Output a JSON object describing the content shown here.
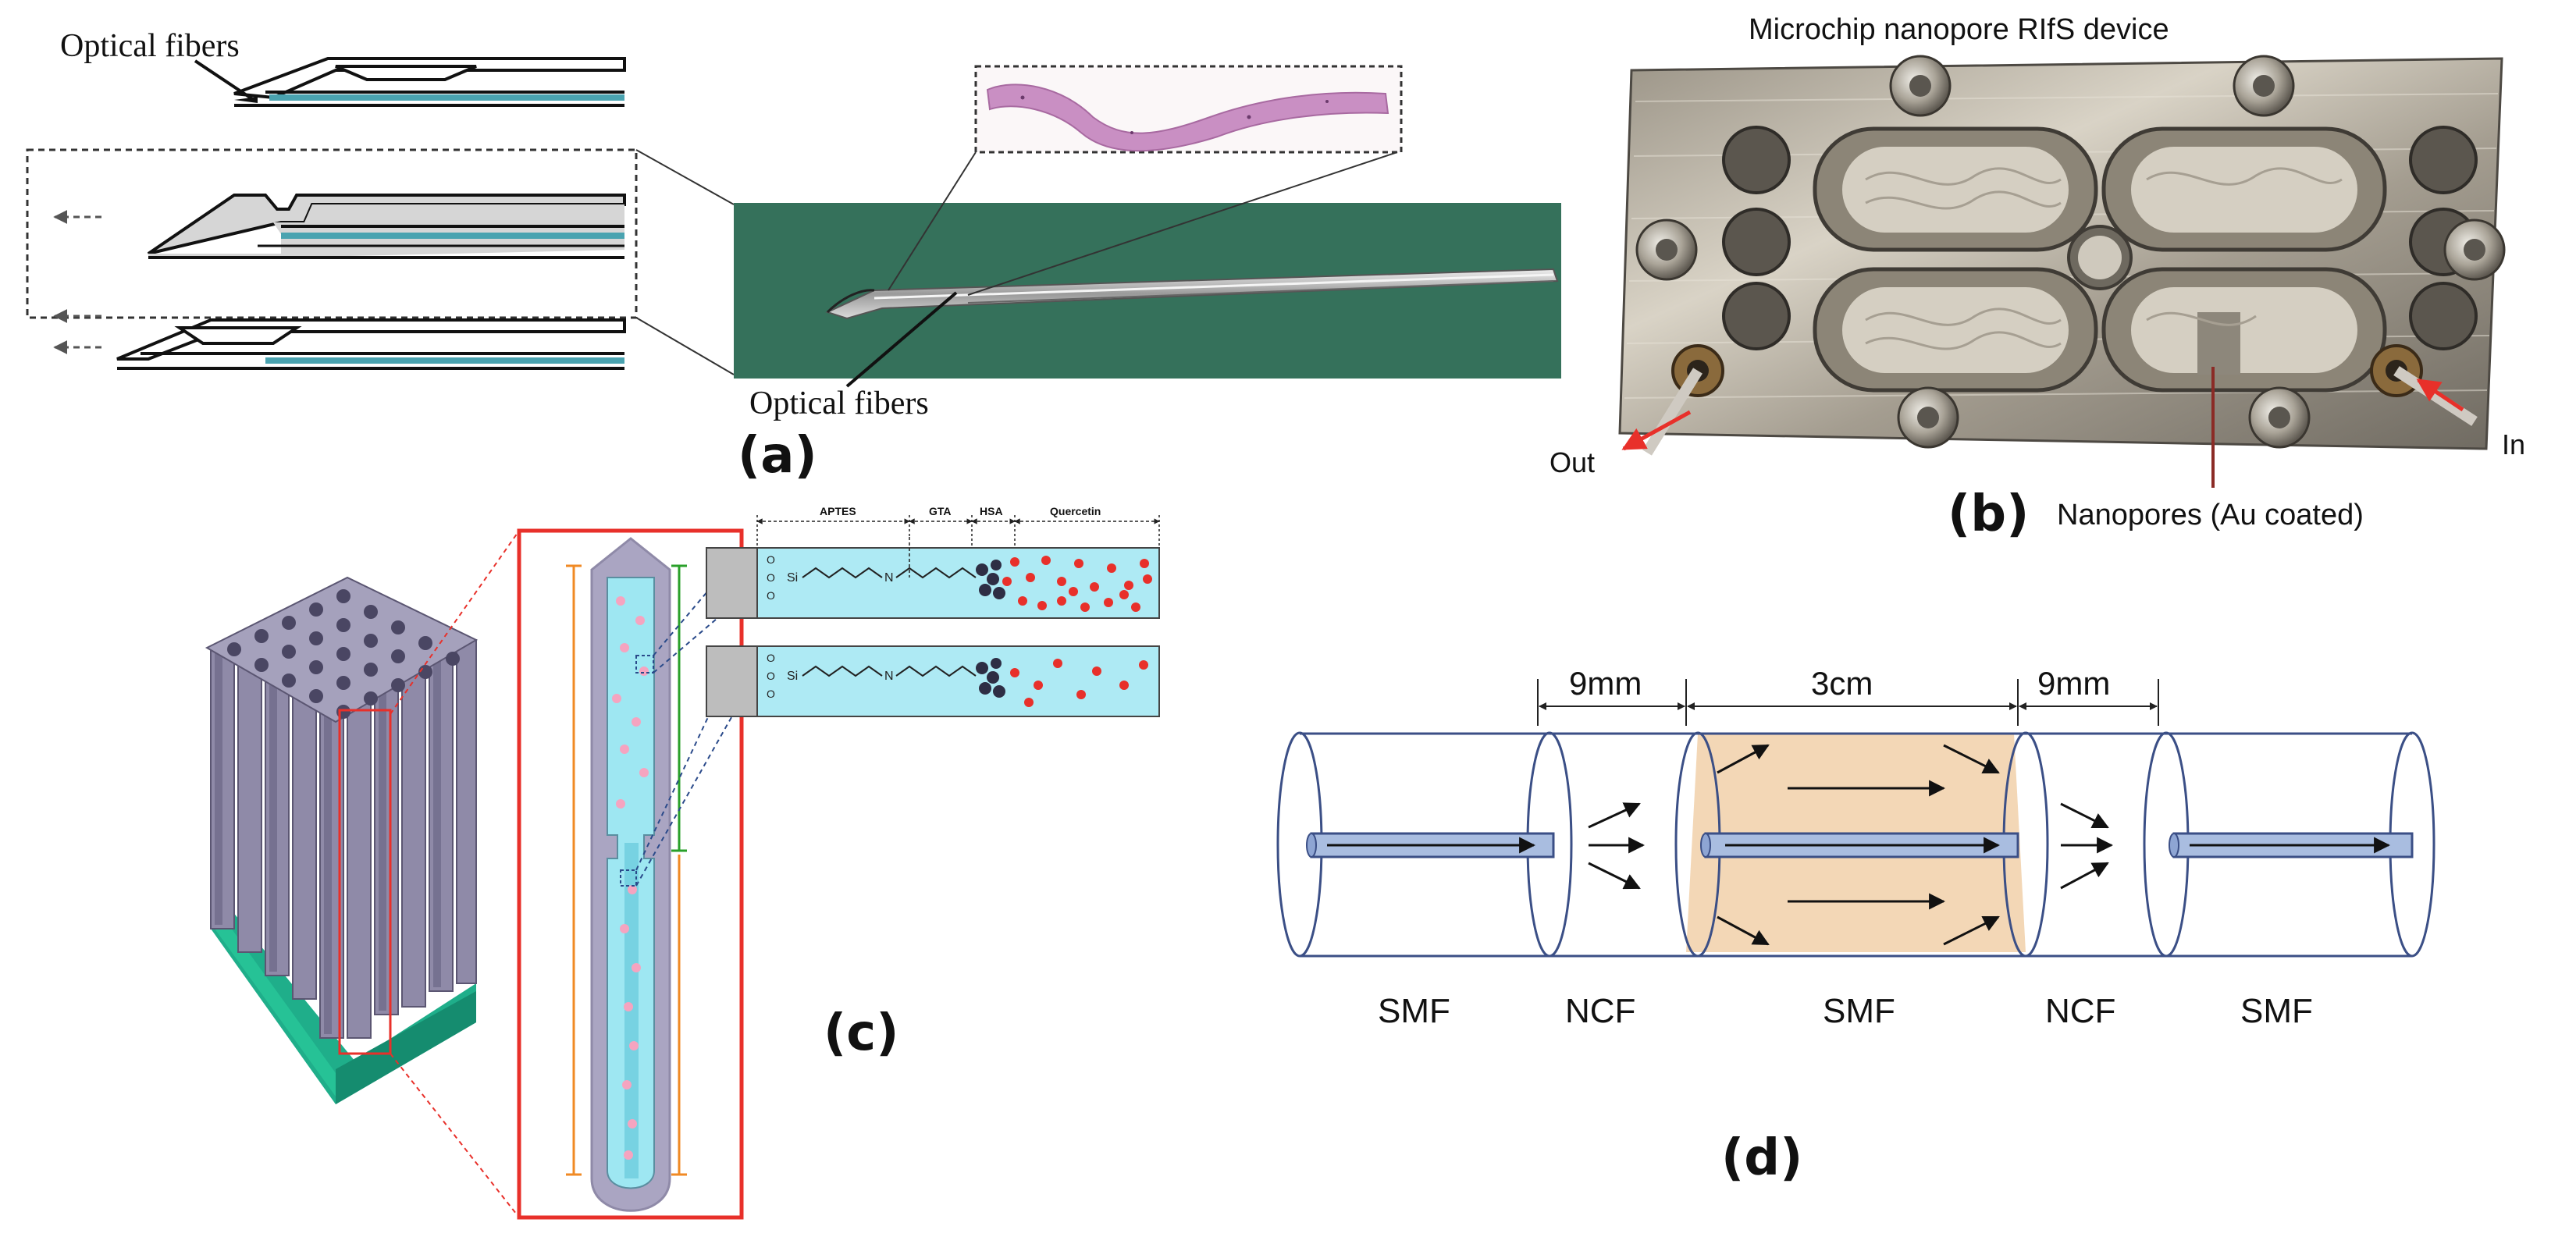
{
  "panel_a": {
    "label": "(a)",
    "optical_fibers_top": "Optical fibers",
    "optical_fibers_bottom": "Optical fibers"
  },
  "panel_b": {
    "label": "(b)",
    "title": "Microchip nanopore RIfS device",
    "out": "Out",
    "in": "In",
    "nanopores": "Nanopores (Au coated)"
  },
  "panel_c": {
    "label": "(c)",
    "segments": [
      "APTES",
      "GTA",
      "HSA",
      "Quercetin"
    ],
    "si": "Si",
    "n": "N",
    "o": "O"
  },
  "panel_d": {
    "label": "(d)",
    "dim_left": "9mm",
    "dim_center": "3cm",
    "dim_right": "9mm",
    "segments": [
      "SMF",
      "NCF",
      "SMF",
      "NCF",
      "SMF"
    ]
  },
  "colors": {
    "fiber_teal": "#4aa3b0",
    "frame_red": "#e8302a",
    "cyan_fill": "#9ee7f2",
    "shell_purple": "#8f8aa8",
    "base_green": "#1fae8a",
    "orange_core": "#f3d7b6",
    "tube_blue": "#3b4f86"
  }
}
